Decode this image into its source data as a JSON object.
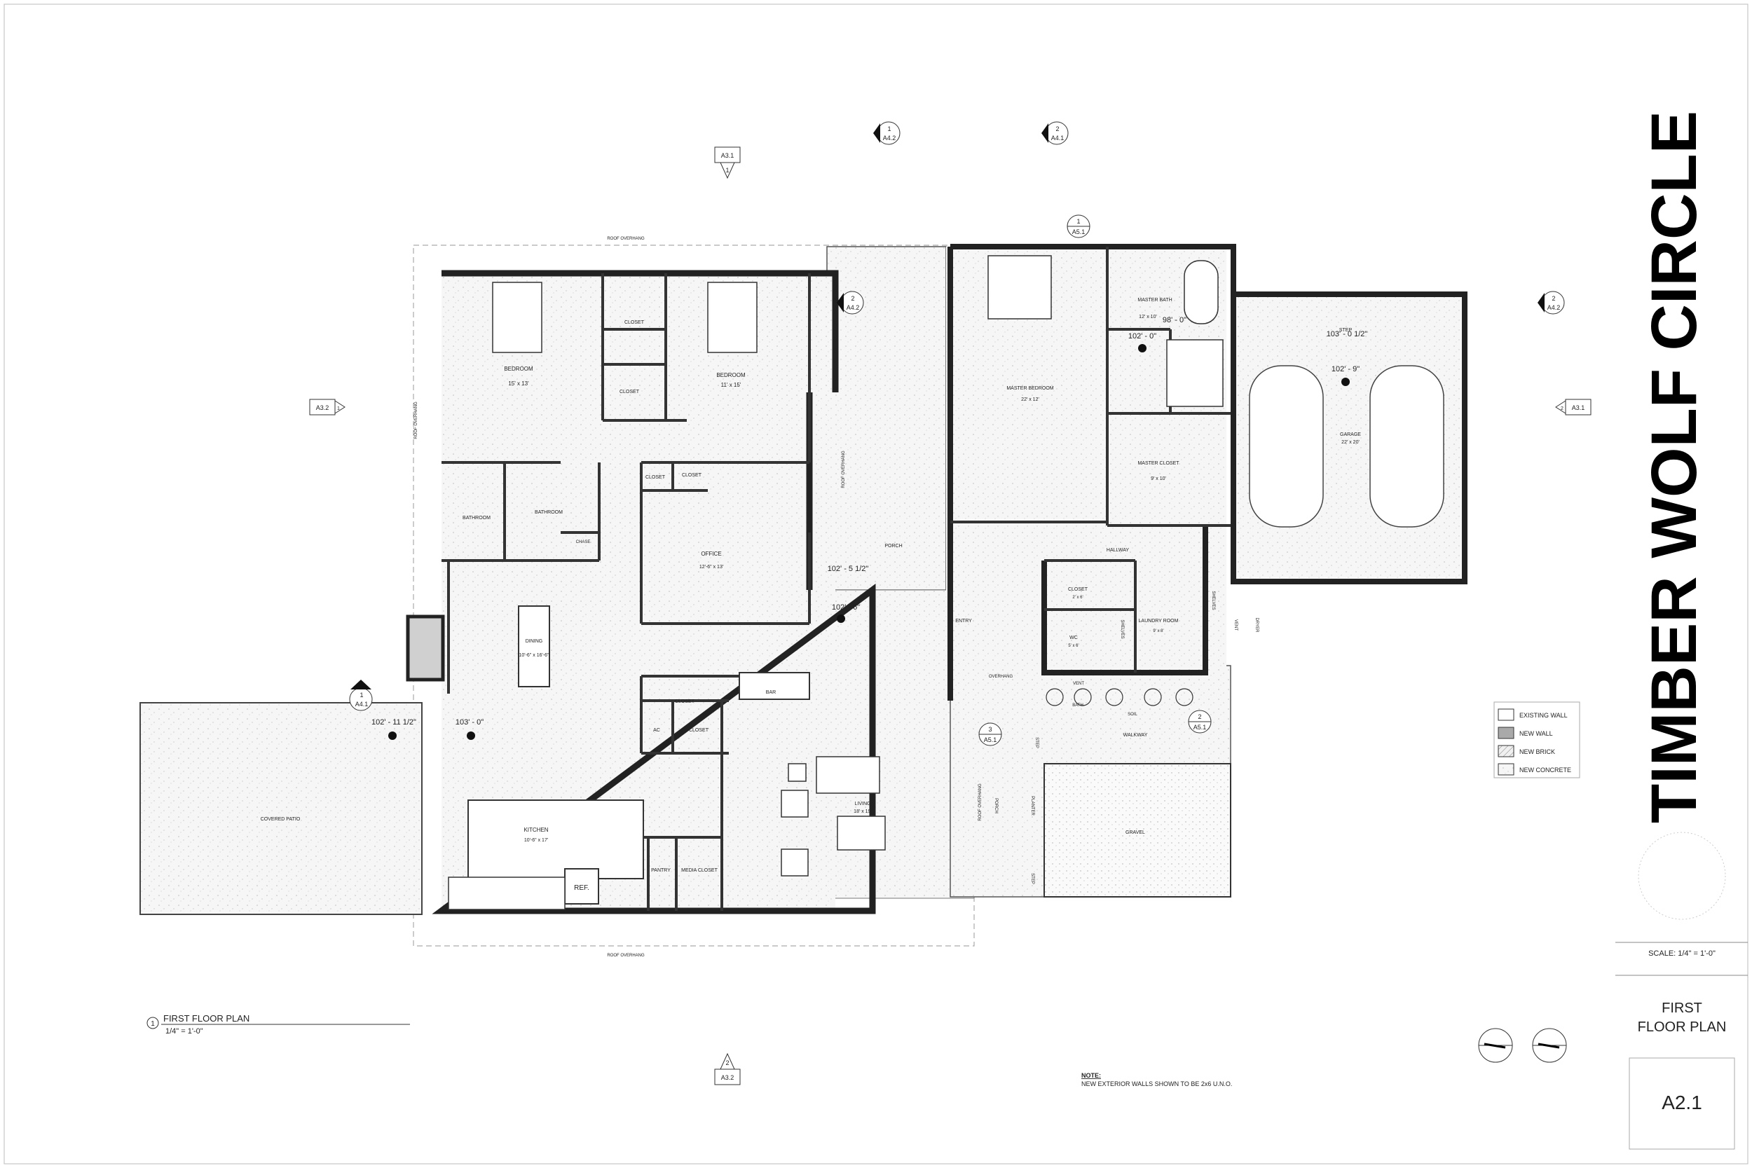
{
  "project": {
    "title": "TIMBER WOLF CIRCLE"
  },
  "sheet": {
    "name_line1": "FIRST",
    "name_line2": "FLOOR PLAN",
    "number": "A2.1",
    "scale": "SCALE:  1/4\" = 1'-0\""
  },
  "drawing_title": {
    "number": "1",
    "name": "FIRST FLOOR PLAN",
    "scale": "1/4\" = 1'-0\""
  },
  "note": {
    "heading": "NOTE:",
    "text": "NEW EXTERIOR WALLS SHOWN TO BE 2x6 U.N.O."
  },
  "legend": [
    {
      "label": "EXISTING WALL",
      "swatch": "#ffffff"
    },
    {
      "label": "NEW WALL",
      "swatch": "#a9a9a9"
    },
    {
      "label": "NEW BRICK",
      "swatch": "#8c8c8c"
    },
    {
      "label": "NEW CONCRETE",
      "swatch": "#eeeeee"
    }
  ],
  "rooms": {
    "bedroom1": {
      "name": "BEDROOM",
      "size": "15' x 13'"
    },
    "bedroom2": {
      "name": "BEDROOM",
      "size": "11' x 15'"
    },
    "closet_a": "CLOSET",
    "closet_b": "CLOSET",
    "closet_c": "CLOSET",
    "closet_d": "CLOSET",
    "bath1": "BATHROOM",
    "bath2": "BATHROOM",
    "chase": "CHASE",
    "office": {
      "name": "OFFICE",
      "size": "12'-6\" x 13'"
    },
    "dining": {
      "name": "DINING",
      "size": "10'-6\" x 16'-6\""
    },
    "closet_e": "CLOSET",
    "ac": "AC",
    "closet_f": "CLOSET",
    "bar": "BAR",
    "kitchen": {
      "name": "KITCHEN",
      "size": "10'-6\" x 17'"
    },
    "ref": "REF.",
    "pantry": "PANTRY",
    "media_closet": "MEDIA CLOSET",
    "living": {
      "name": "LIVING",
      "size": "18' x 19'"
    },
    "covered_patio": "COVERED PATIO",
    "porch1": "PORCH",
    "porch2": "PORCH",
    "entry": "ENTRY",
    "master_bedroom": {
      "name": "MASTER BEDROOM",
      "size": "22' x 12'"
    },
    "master_bath": {
      "name": "MASTER BATH",
      "size": "12' x 10'"
    },
    "master_closet": {
      "name": "MASTER CLOSET",
      "size": "9' x 10'"
    },
    "hallway": "HALLWAY",
    "hall_closet": {
      "name": "CLOSET",
      "size": "2' x 6'"
    },
    "wc": {
      "name": "WC",
      "size": "5' x 6'"
    },
    "laundry": {
      "name": "LAUNDRY ROOM",
      "size": "9' x 8'"
    },
    "shelves1": "SHELVES",
    "shelves2": "SHELVES",
    "step_garage": "STEP",
    "garage": {
      "name": "GARAGE",
      "size": "22' x 20'"
    },
    "walkway": "WALKWAY",
    "gravel": "GRAVEL",
    "planter": "PLANTER",
    "step1": "STEP",
    "step2": "STEP",
    "vent": "VENT",
    "bath_vent": "BATH",
    "soil": "SOIL",
    "dryer": "DRYER",
    "dryer_vent": "VENT",
    "overhang": "OVERHANG"
  },
  "roof_labels": {
    "top": "ROOF OVERHANG",
    "bottom": "ROOF OVERHANG",
    "left": "ROOF OVERHANG",
    "mid": "ROOF OVERHANG",
    "porch": "ROOF OVERHANG"
  },
  "elevations": {
    "e1": "102' - 11 1/2\"",
    "e2": "103' - 0\"",
    "e3": "102' - 5 1/2\"",
    "e4": "102' - 6\"",
    "e5": "102' - 0\"",
    "e6": "98' - 0\"",
    "e7": "103' - 0 1/2\"",
    "e8": "102' - 9\""
  },
  "tags": {
    "a31_top": {
      "sheet": "A3.1",
      "num": "1"
    },
    "a41_1": {
      "num": "1",
      "sheet": "A4.2"
    },
    "a41_2": {
      "num": "2",
      "sheet": "A4.1"
    },
    "a51_top": {
      "num": "1",
      "sheet": "A5.1"
    },
    "a42_porch": {
      "num": "2",
      "sheet": "A4.2"
    },
    "a42_right": {
      "num": "2",
      "sheet": "A4.2"
    },
    "a32_left": {
      "sheet": "A3.2",
      "num": "1"
    },
    "a31_right": {
      "num": "2",
      "sheet": "A3.1"
    },
    "a41_left": {
      "num": "1",
      "sheet": "A4.1"
    },
    "a51_right": {
      "num": "2",
      "sheet": "A5.1"
    },
    "a51_mid": {
      "num": "3",
      "sheet": "A5.1"
    },
    "a32_bottom": {
      "num": "2",
      "sheet": "A3.2"
    }
  }
}
